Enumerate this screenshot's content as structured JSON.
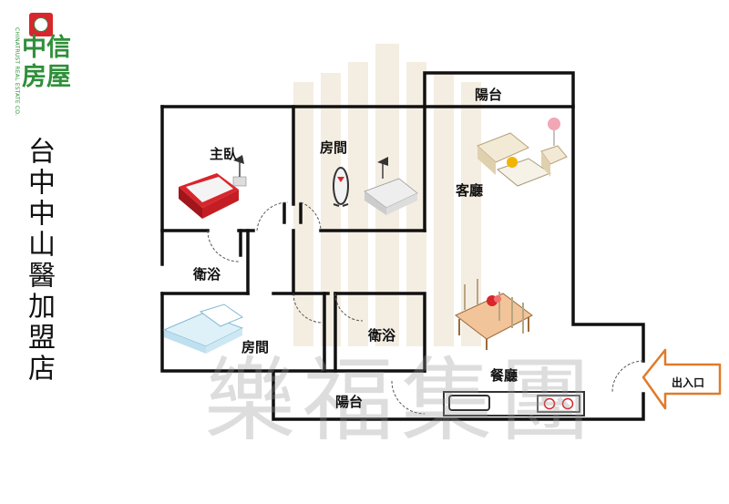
{
  "logo": {
    "brand_line1": "中信",
    "brand_line2": "房屋",
    "side_text": "CHINATRUST REAL ESTATE CO.",
    "mark_icon": "chinatrust-logo-icon"
  },
  "title_vertical": "台中中山醫加盟店",
  "rooms": {
    "balcony_top": "陽台",
    "master_bedroom": "主臥",
    "bedroom_middle": "房間",
    "living_room": "客廳",
    "bathroom_left": "衛浴",
    "bedroom_lower": "房間",
    "bathroom_center": "衛浴",
    "dining_room": "餐廳",
    "balcony_bottom": "陽台"
  },
  "entrance": "出入口",
  "watermark": "樂福集團",
  "colors": {
    "wall": "#111111",
    "brand_green": "#2f8f3a",
    "brand_red": "#d8262c",
    "entrance_arrow": "#e07a2a"
  }
}
